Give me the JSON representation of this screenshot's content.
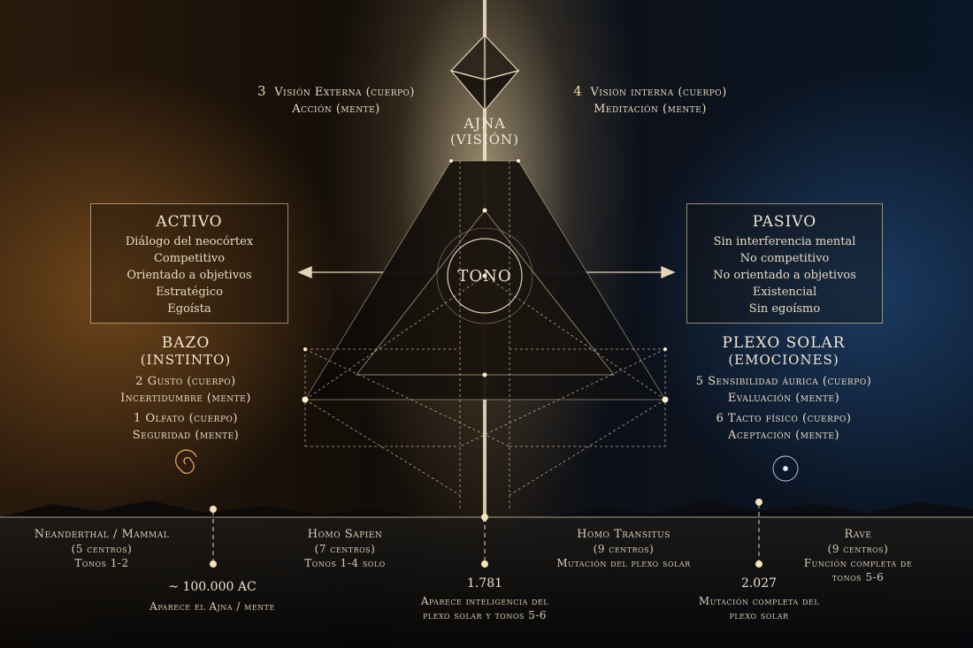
{
  "ajna": {
    "title": "AJNA",
    "subtitle": "(VISIÓN)"
  },
  "sense3": {
    "number": "3",
    "line1": "Visión Externa (cuerpo)",
    "line2": "Acción (mente)"
  },
  "sense4": {
    "number": "4",
    "line1": "Visión interna (cuerpo)",
    "line2": "Meditación (mente)"
  },
  "center_label": "TONO",
  "activo": {
    "title": "ACTIVO",
    "items": [
      "Diálogo del neocórtex",
      "Competitivo",
      "Orientado a objetivos",
      "Estratégico",
      "Egoísta"
    ]
  },
  "pasivo": {
    "title": "PASIVO",
    "items": [
      "Sin interferencia mental",
      "No competitivo",
      "No orientado a objetivos",
      "Existencial",
      "Sin egoísmo"
    ]
  },
  "bazo": {
    "title": "BAZO",
    "subtitle": "(INSTINTO)",
    "sense2": {
      "number": "2",
      "line1": "Gusto (cuerpo)",
      "line2": "Incertidumbre (mente)"
    },
    "sense1": {
      "number": "1",
      "line1": "Olfato (cuerpo)",
      "line2": "Seguridad (mente)"
    }
  },
  "plexo": {
    "title": "PLEXO SOLAR",
    "subtitle": "(EMOCIONES)",
    "sense5": {
      "number": "5",
      "line1": "Sensibilidad áurica (cuerpo)",
      "line2": "Evaluación (mente)"
    },
    "sense6": {
      "number": "6",
      "line1": "Tacto físico (cuerpo)",
      "line2": "Aceptación (mente)"
    }
  },
  "timeline": {
    "eras": [
      {
        "name": "Neanderthal / Mammal",
        "line2": "(5 centros)",
        "line3": "Tonos 1-2"
      },
      {
        "name": "Homo Sapien",
        "line2": "(7 centros)",
        "line3": "Tonos 1-4 solo"
      },
      {
        "name": "Homo Transitus",
        "line2": "(9 centros)",
        "line3": "Mutación del plexo solar"
      },
      {
        "name": "Rave",
        "line2": "(9 centros)",
        "line3": "Función completa de",
        "line4": "tonos 5-6"
      }
    ],
    "markers": [
      {
        "date": "~ 100.000 AC",
        "line1": "Aparece el Ajna / mente",
        "line2": ""
      },
      {
        "date": "1.781",
        "line1": "Aparece inteligencia del",
        "line2": "plexo solar y tonos 5-6"
      },
      {
        "date": "2.027",
        "line1": "Mutación completa del",
        "line2": "plexo solar"
      }
    ]
  },
  "colors": {
    "gold": "#c8955a",
    "blue": "#5a8cc8",
    "line": "#e6d6b8"
  }
}
